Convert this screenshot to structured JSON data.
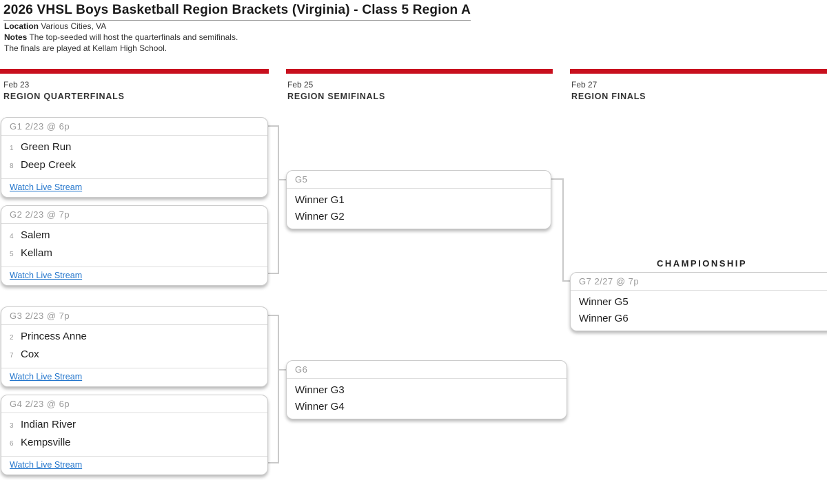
{
  "page": {
    "title": "2026 VHSL Boys Basketball Region Brackets (Virginia) - Class 5 Region A",
    "location_label": "Location",
    "location": "Various Cities, VA",
    "notes_label": "Notes",
    "notes_line1": "The top-seeded will host the quarterfinals and semifinals.",
    "notes_line2": "The finals are played at Kellam High School."
  },
  "columns": [
    {
      "date": "Feb 23",
      "stage": "REGION QUARTERFINALS"
    },
    {
      "date": "Feb 25",
      "stage": "REGION SEMIFINALS"
    },
    {
      "date": "Feb 27",
      "stage": "REGION FINALS"
    }
  ],
  "championship_label": "CHAMPIONSHIP",
  "stream_label": "Watch Live Stream",
  "games": {
    "g1": {
      "header": "G1 2/23 @ 6p",
      "top_seed": "1",
      "top_team": "Green Run",
      "bottom_seed": "8",
      "bottom_team": "Deep Creek"
    },
    "g2": {
      "header": "G2 2/23 @ 7p",
      "top_seed": "4",
      "top_team": "Salem",
      "bottom_seed": "5",
      "bottom_team": "Kellam"
    },
    "g3": {
      "header": "G3 2/23 @ 7p",
      "top_seed": "2",
      "top_team": "Princess Anne",
      "bottom_seed": "7",
      "bottom_team": "Cox"
    },
    "g4": {
      "header": "G4 2/23 @ 6p",
      "top_seed": "3",
      "top_team": "Indian River",
      "bottom_seed": "6",
      "bottom_team": "Kempsville"
    },
    "g5": {
      "header": "G5",
      "top_team": "Winner G1",
      "bottom_team": "Winner G2"
    },
    "g6": {
      "header": "G6",
      "top_team": "Winner G3",
      "bottom_team": "Winner G4"
    },
    "g7": {
      "header": "G7 2/27 @ 7p",
      "top_team": "Winner G5",
      "bottom_team": "Winner G6"
    }
  },
  "colors": {
    "accent_red": "#c8101e",
    "link_blue": "#2275cc"
  }
}
